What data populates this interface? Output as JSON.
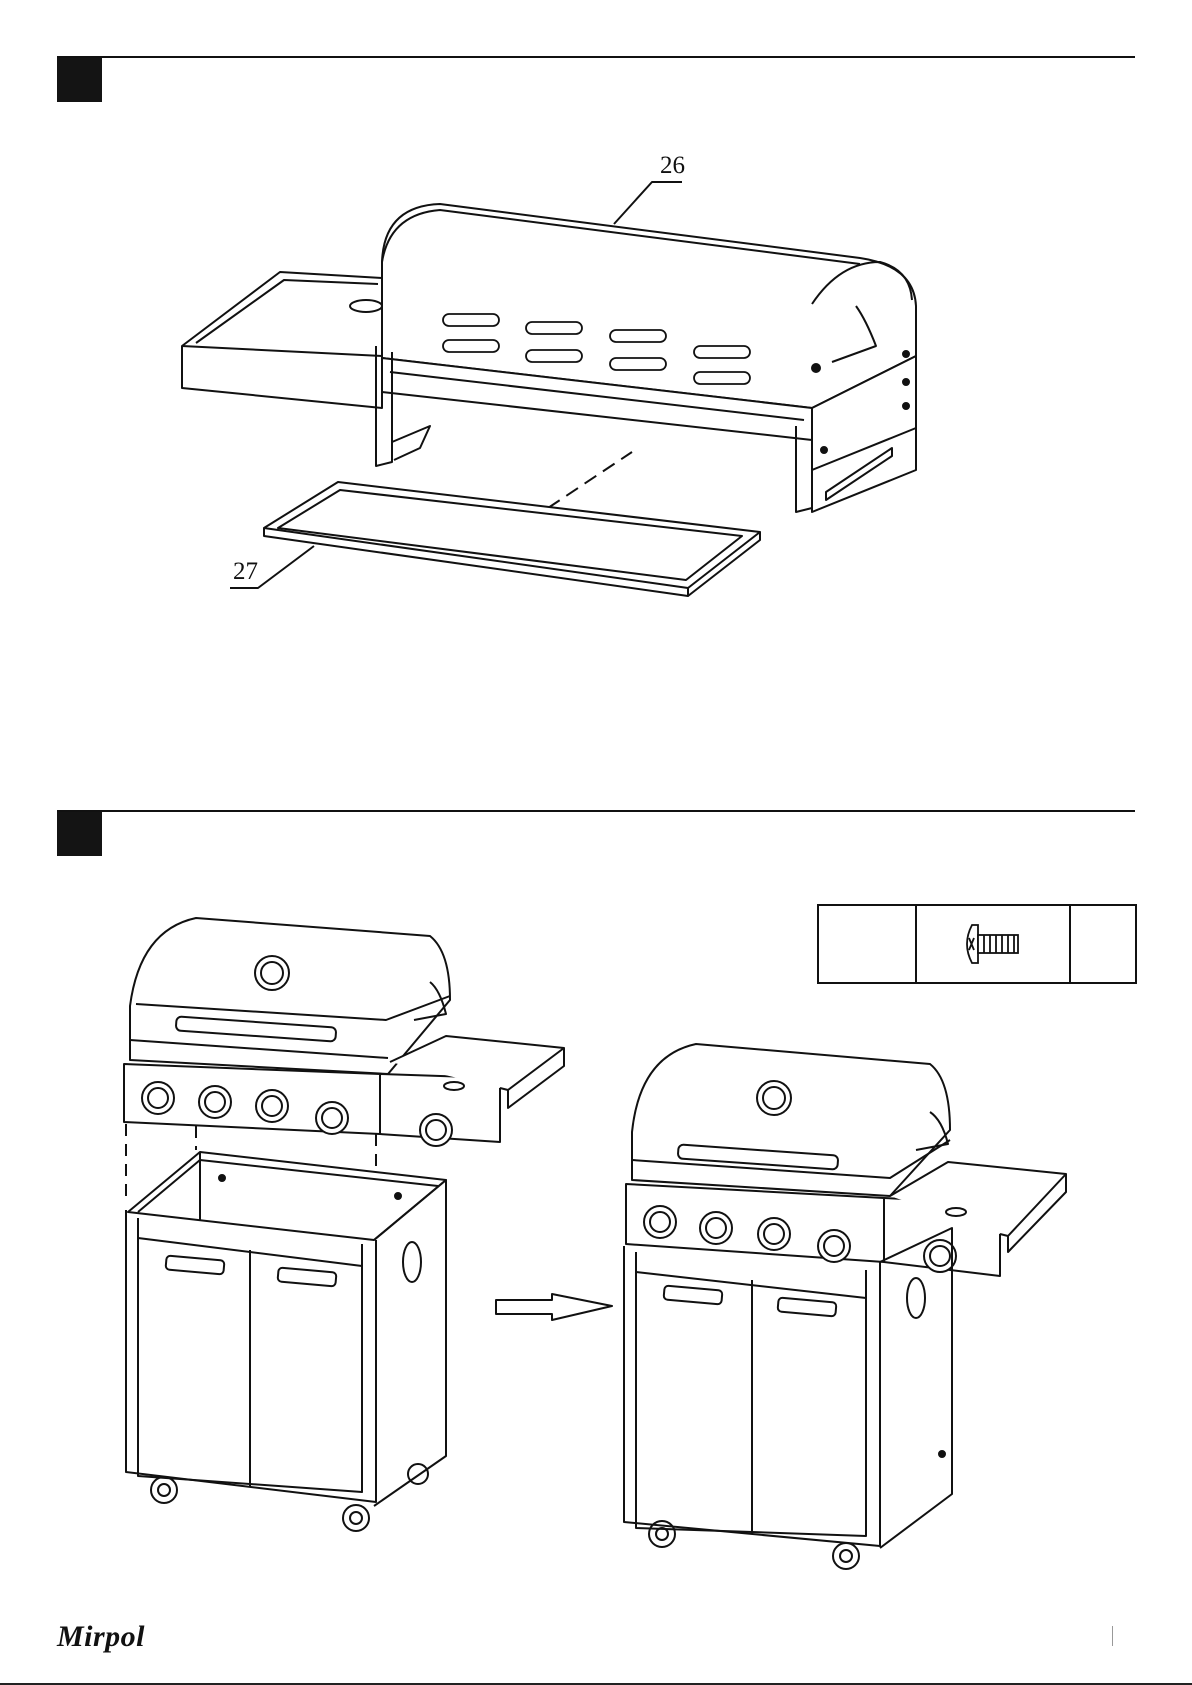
{
  "steps": [
    {
      "parts": [
        "26",
        "27"
      ]
    },
    {
      "hardware": {
        "icon": "screw-icon"
      }
    }
  ],
  "footer": {
    "logo_text": "Mirpol"
  }
}
